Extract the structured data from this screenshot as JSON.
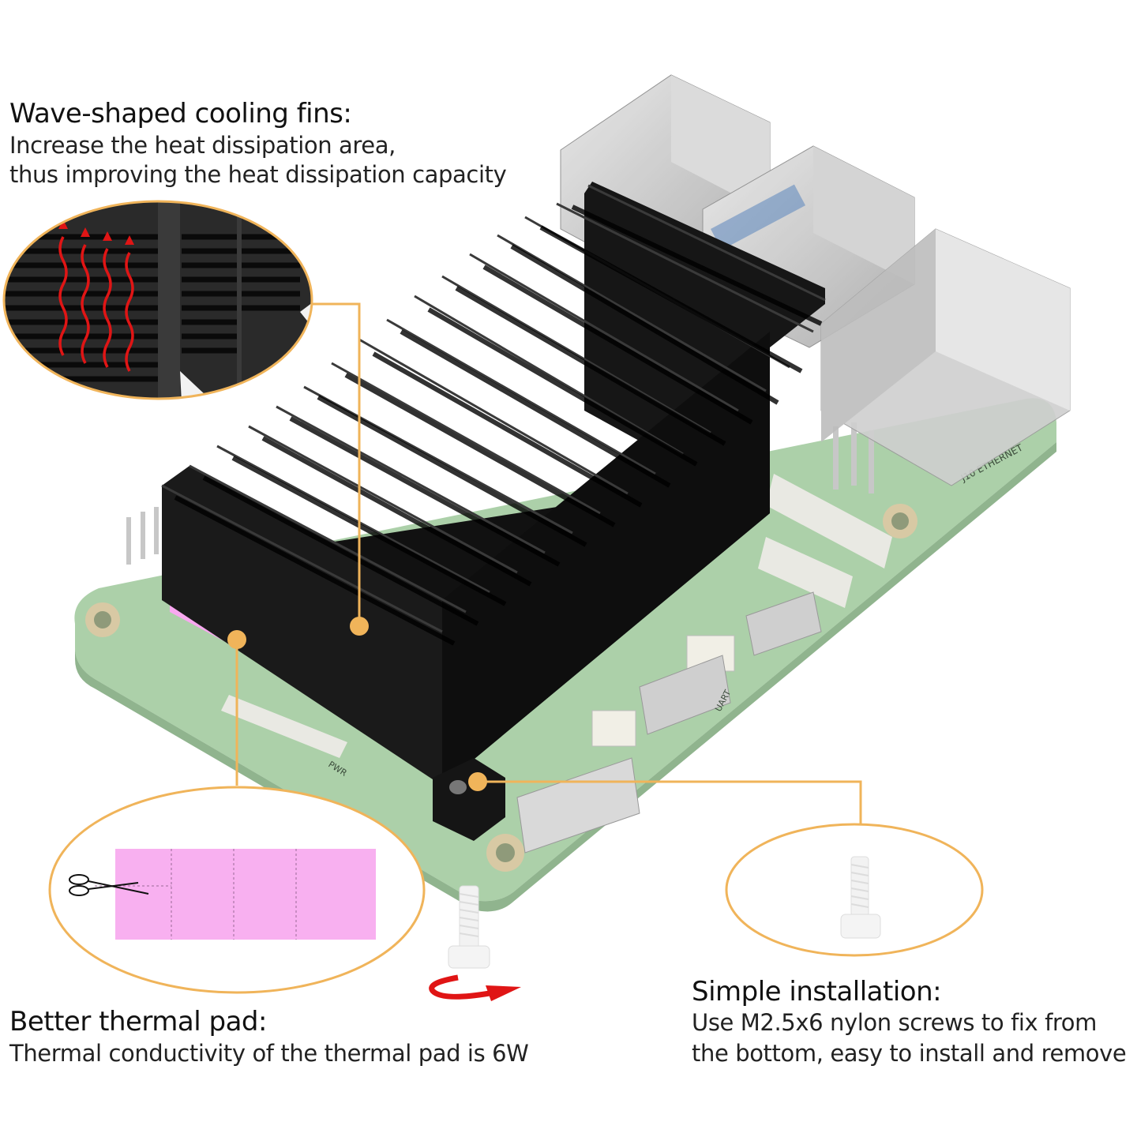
{
  "features": {
    "fins": {
      "heading": "Wave-shaped cooling fins:",
      "line1": "Increase the heat dissipation area,",
      "line2": "thus improving the heat dissipation capacity"
    },
    "pad": {
      "heading": "Better thermal pad:",
      "line1": "Thermal conductivity of the thermal pad is 6W"
    },
    "install": {
      "heading": "Simple installation:",
      "line1": "Use M2.5x6 nylon screws to fix from",
      "line2": "the bottom, easy to install and remove"
    }
  },
  "board_silkscreen": {
    "ethernet": "J10  ETHERNET",
    "uart": "UART",
    "pwr": "PWR"
  },
  "colors": {
    "callout": "#f0b45a",
    "heatsink": "#141414",
    "pcb": "#9ec89a",
    "thermal_pad": "#f8b0f0",
    "heat_arrows": "#e01515"
  }
}
